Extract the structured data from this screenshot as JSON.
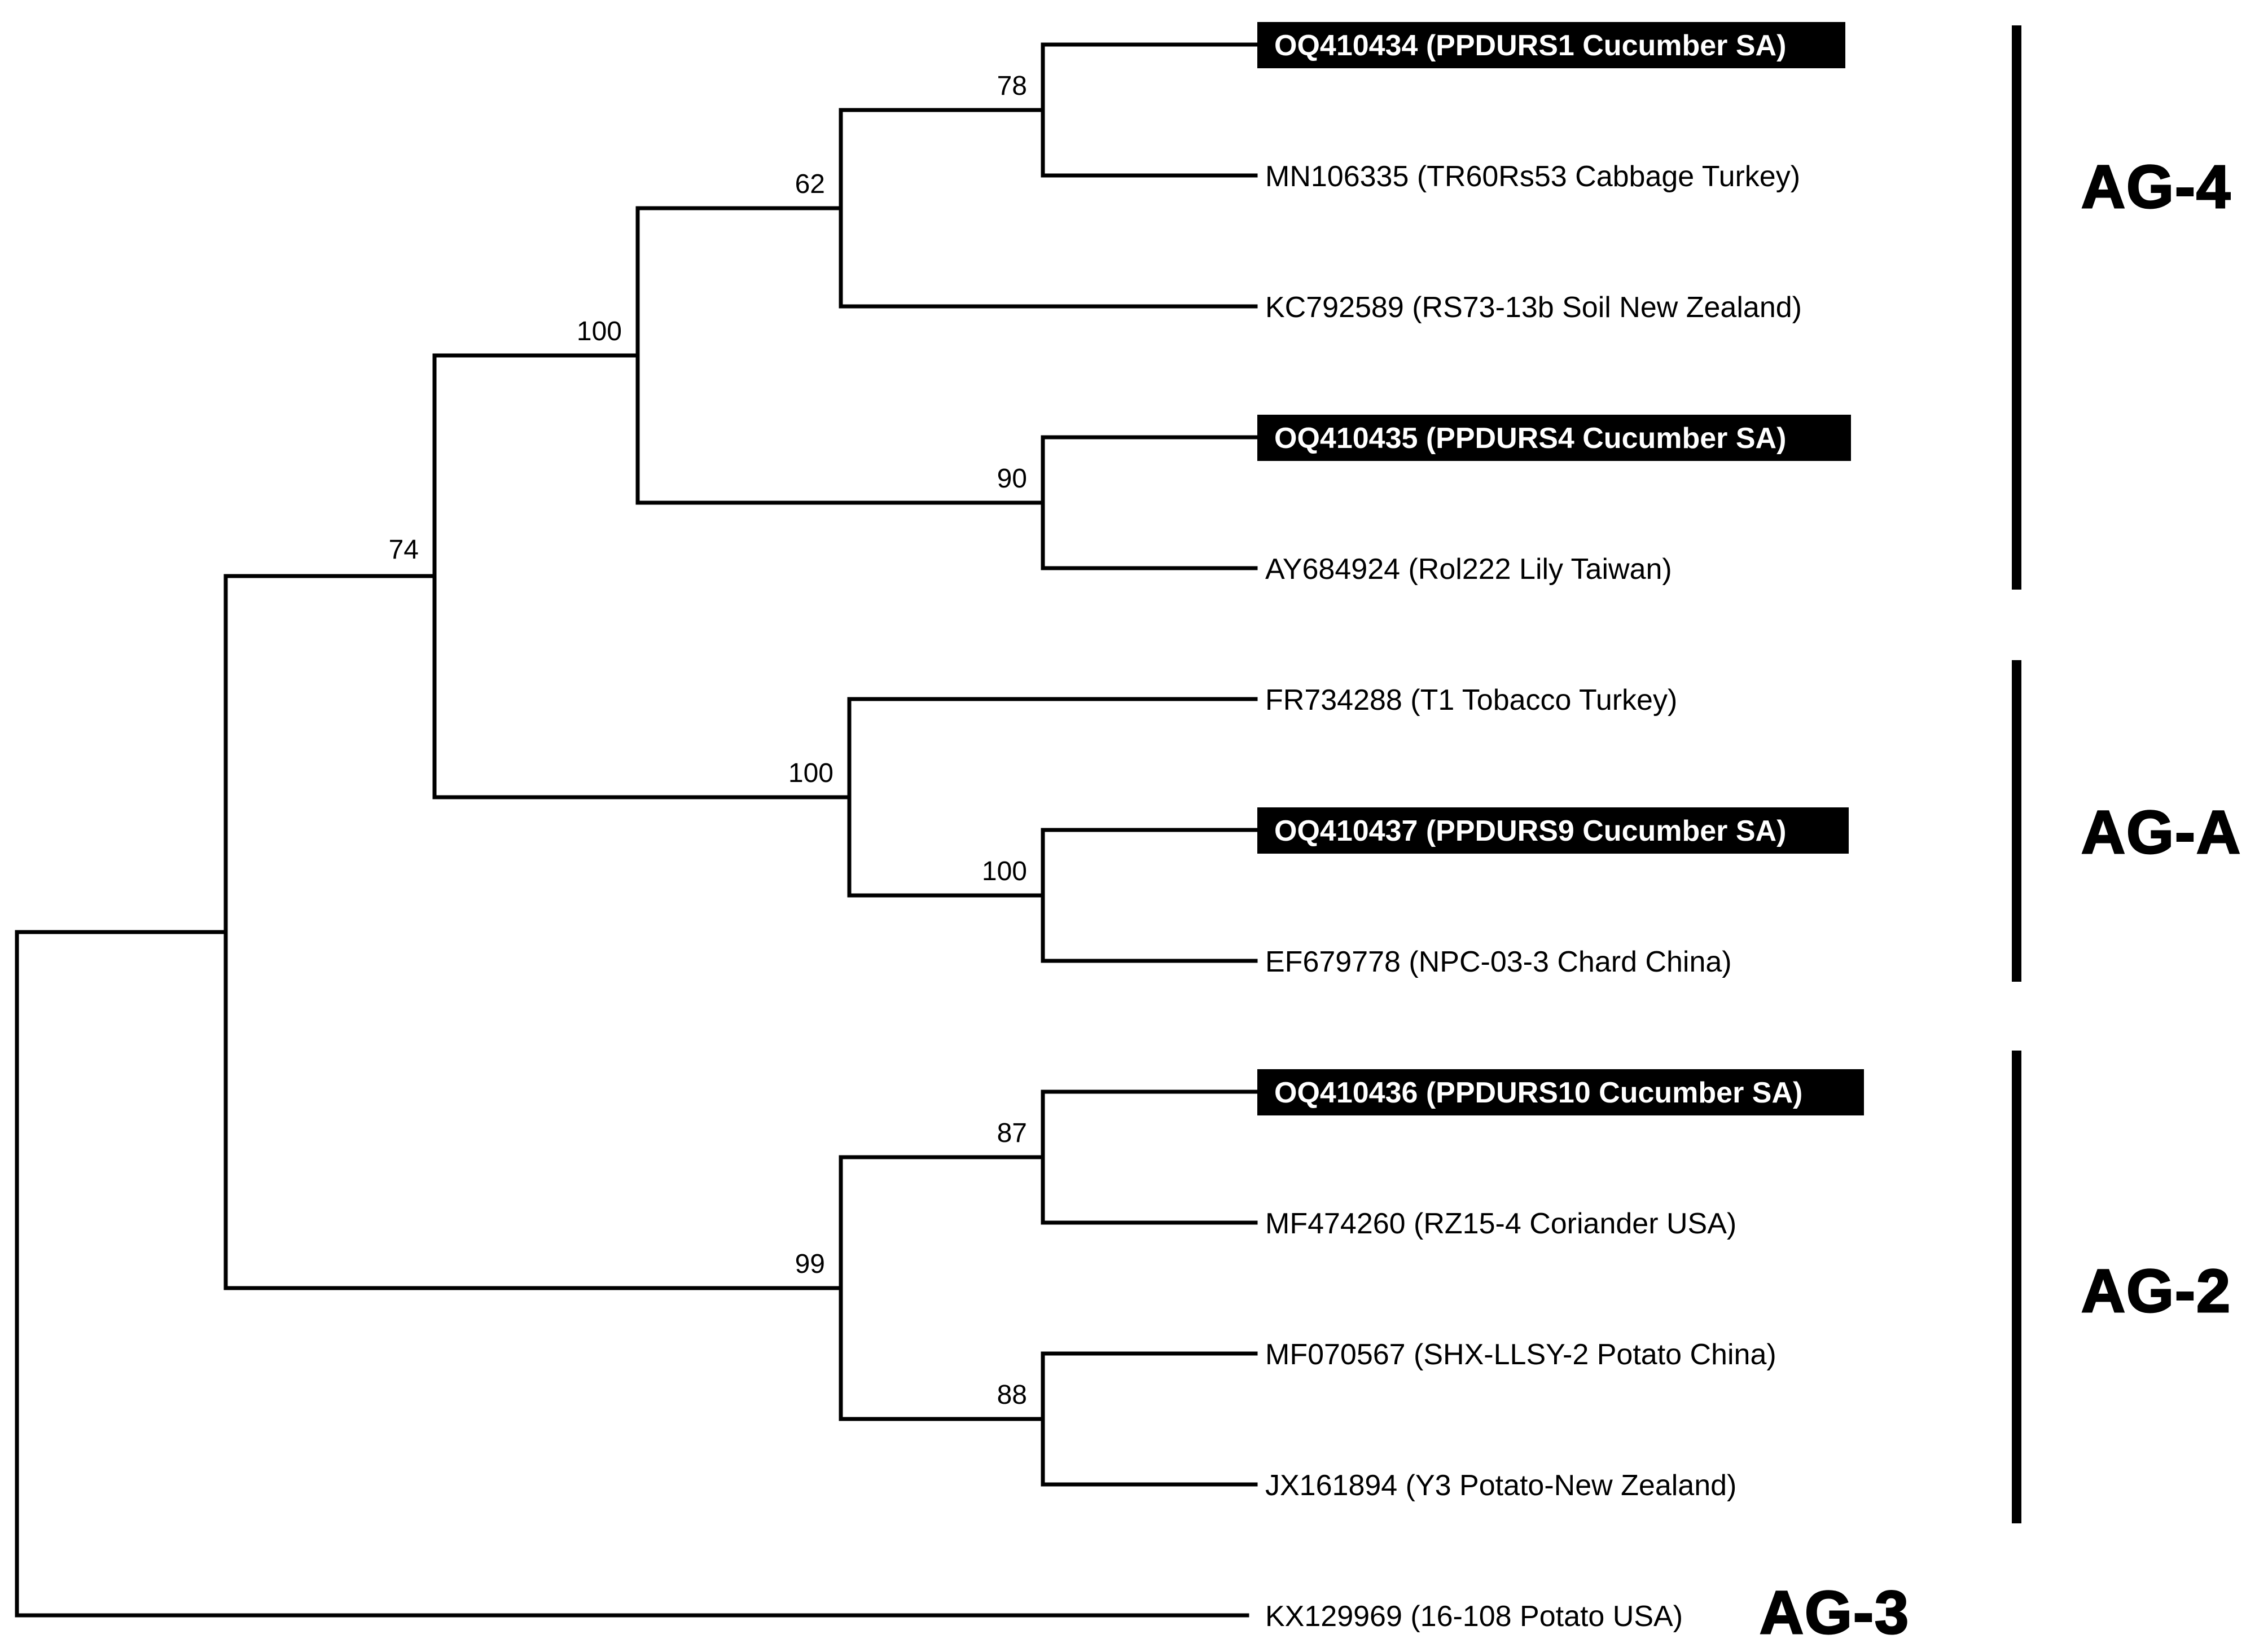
{
  "figure": {
    "type": "phylogenetic-tree-cladogram",
    "colors": {
      "background": "#ffffff",
      "line": "#000000",
      "highlight_background": "#000000",
      "highlight_text": "#ffffff"
    },
    "taxa": [
      {
        "label": "OQ410434 (PPDURS1 Cucumber SA)",
        "highlighted": true,
        "group": "AG-4"
      },
      {
        "label": "MN106335 (TR60Rs53 Cabbage Turkey)",
        "highlighted": false,
        "group": "AG-4"
      },
      {
        "label": "KC792589 (RS73-13b Soil New Zealand)",
        "highlighted": false,
        "group": "AG-4"
      },
      {
        "label": "OQ410435 (PPDURS4 Cucumber SA)",
        "highlighted": true,
        "group": "AG-4"
      },
      {
        "label": "AY684924 (Rol222 Lily Taiwan)",
        "highlighted": false,
        "group": "AG-4"
      },
      {
        "label": "FR734288 (T1 Tobacco Turkey)",
        "highlighted": false,
        "group": "AG-A"
      },
      {
        "label": "OQ410437 (PPDURS9 Cucumber SA)",
        "highlighted": true,
        "group": "AG-A"
      },
      {
        "label": "EF679778 (NPC-03-3 Chard China)",
        "highlighted": false,
        "group": "AG-A"
      },
      {
        "label": "OQ410436 (PPDURS10 Cucumber SA)",
        "highlighted": true,
        "group": "AG-2"
      },
      {
        "label": "MF474260 (RZ15-4 Coriander USA)",
        "highlighted": false,
        "group": "AG-2"
      },
      {
        "label": "MF070567 (SHX-LLSY-2 Potato China)",
        "highlighted": false,
        "group": "AG-2"
      },
      {
        "label": "JX161894 (Y3 Potato-New Zealand)",
        "highlighted": false,
        "group": "AG-2"
      },
      {
        "label": "KX129969 (16-108 Potato USA)",
        "highlighted": false,
        "group": "AG-3"
      }
    ],
    "bootstraps": [
      {
        "node": "oq410434+mn106335",
        "value": "78"
      },
      {
        "node": "(78-clade)+kc792589",
        "value": "62"
      },
      {
        "node": "ag4-crown",
        "value": "100"
      },
      {
        "node": "oq410435+ay684924",
        "value": "90"
      },
      {
        "node": "ag4+aga-ancestor",
        "value": "74"
      },
      {
        "node": "aga-crown",
        "value": "100"
      },
      {
        "node": "oq410437+ef679778",
        "value": "100"
      },
      {
        "node": "oq410436+mf474260",
        "value": "87"
      },
      {
        "node": "ag2-crown",
        "value": "99"
      },
      {
        "node": "mf070567+jx161894",
        "value": "88"
      }
    ],
    "groups": [
      {
        "name": "AG-4",
        "taxa_count": 5,
        "has_bar": true
      },
      {
        "name": "AG-A",
        "taxa_count": 3,
        "has_bar": true
      },
      {
        "name": "AG-2",
        "taxa_count": 4,
        "has_bar": true
      },
      {
        "name": "AG-3",
        "taxa_count": 1,
        "has_bar": false
      }
    ]
  }
}
